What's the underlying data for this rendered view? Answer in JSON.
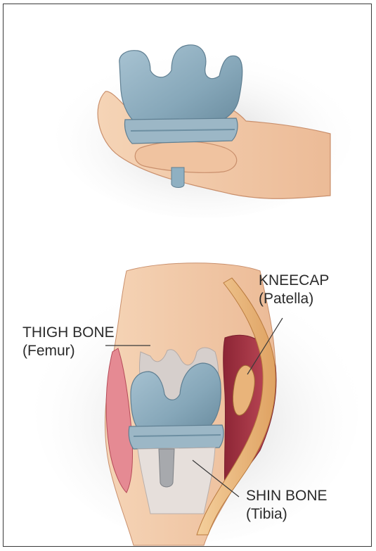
{
  "labels": {
    "kneecap": {
      "name": "KNEECAP",
      "latin": "(Patella)"
    },
    "thigh": {
      "name": "THIGH BONE",
      "latin": "(Femur)"
    },
    "shin": {
      "name": "SHIN BONE",
      "latin": "(Tibia)"
    }
  },
  "colors": {
    "implant": "#8fb0c2",
    "implant_dark": "#6d8fa2",
    "skin": "#f2c9a6",
    "muscle": "#b03a48",
    "tendon": "#e9b47a",
    "bone": "#d9d2cf",
    "leader": "#3a3a3a"
  }
}
